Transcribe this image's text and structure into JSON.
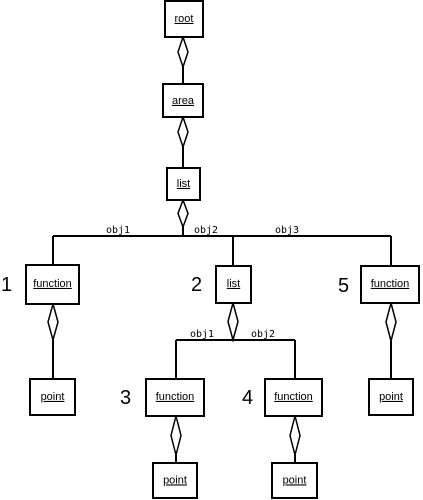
{
  "nodes": {
    "root": {
      "label": "root"
    },
    "area": {
      "label": "area"
    },
    "list1": {
      "label": "list"
    },
    "func1": {
      "label": "function"
    },
    "list2": {
      "label": "list"
    },
    "func5": {
      "label": "function"
    },
    "point1": {
      "label": "point"
    },
    "func3": {
      "label": "function"
    },
    "func4": {
      "label": "function"
    },
    "point5": {
      "label": "point"
    },
    "point3": {
      "label": "point"
    },
    "point4": {
      "label": "point"
    }
  },
  "edge_labels": {
    "obj1_top": "obj1",
    "obj2_top": "obj2",
    "obj3_top": "obj3",
    "obj1_mid": "obj1",
    "obj2_mid": "obj2"
  },
  "numbers": {
    "n1": "1",
    "n2": "2",
    "n3": "3",
    "n4": "4",
    "n5": "5"
  }
}
